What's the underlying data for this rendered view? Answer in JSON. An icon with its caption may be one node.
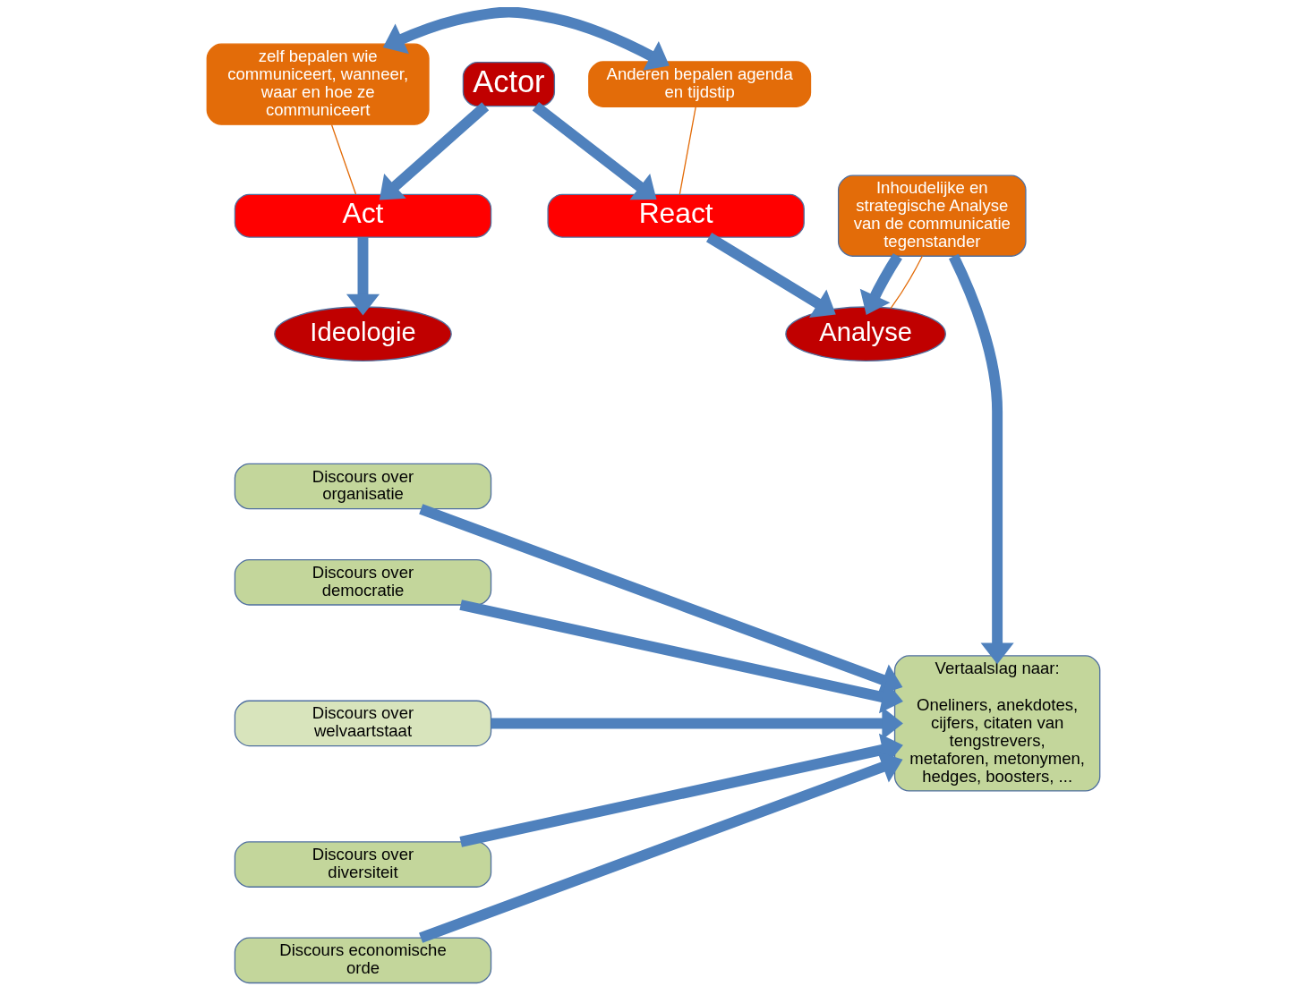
{
  "diagram": {
    "nodes": [
      {
        "text": [
          "Actor"
        ]
      },
      {
        "text": [
          "Act"
        ]
      },
      {
        "text": [
          "React"
        ]
      },
      {
        "text": [
          "zelf bepalen wie communiceert, wanneer, waar en hoe ze communiceert"
        ]
      },
      {
        "text": [
          "Anderen bepalen agenda en tijdstip"
        ]
      },
      {
        "text": [
          "Ideologie"
        ]
      },
      {
        "text": [
          "Analyse"
        ]
      },
      {
        "text": [
          "Discours over organisatie"
        ]
      },
      {
        "text": [
          "Discours over democratie"
        ]
      },
      {
        "text": [
          "Discours over welvaartstaat"
        ]
      },
      {
        "text": [
          "Discours over diversiteit"
        ]
      },
      {
        "text": [
          "Discours economische orde"
        ]
      },
      {
        "text": [
          "Vertaalslag naar:",
          "Oneliners, anekdotes, cijfers, citaten van tengstrevers, metaforen, metonymen, hedges, boosters, ..."
        ]
      },
      {
        "text": [
          "Inhoudelijke en strategische Analyse van de communicatie tegenstander"
        ]
      }
    ],
    "edges": [
      {
        "from": 0,
        "to": 1,
        "arrow": "to"
      },
      {
        "from": 0,
        "to": 2,
        "arrow": "to"
      },
      {
        "from": 1,
        "to": 5,
        "arrow": "to"
      },
      {
        "from": 2,
        "to": 6,
        "arrow": "to"
      },
      {
        "from": 3,
        "to": 1,
        "arrow": "none",
        "color": "#e36c09"
      },
      {
        "from": 4,
        "to": 2,
        "arrow": "none",
        "color": "#e36c09"
      },
      {
        "from": 3,
        "to": 4,
        "arrow": "both"
      },
      {
        "from": 13,
        "to": 6,
        "arrow": "to"
      },
      {
        "from": 13,
        "to": 6,
        "arrow": "none",
        "color": "#e36c09"
      },
      {
        "from": 7,
        "to": 12,
        "arrow": "to"
      },
      {
        "from": 8,
        "to": 12,
        "arrow": "to"
      },
      {
        "from": 9,
        "to": 12,
        "arrow": "to"
      },
      {
        "from": 10,
        "to": 12,
        "arrow": "to"
      },
      {
        "from": 11,
        "to": 12,
        "arrow": "to"
      },
      {
        "from": 13,
        "to": 12,
        "arrow": "to"
      }
    ]
  }
}
